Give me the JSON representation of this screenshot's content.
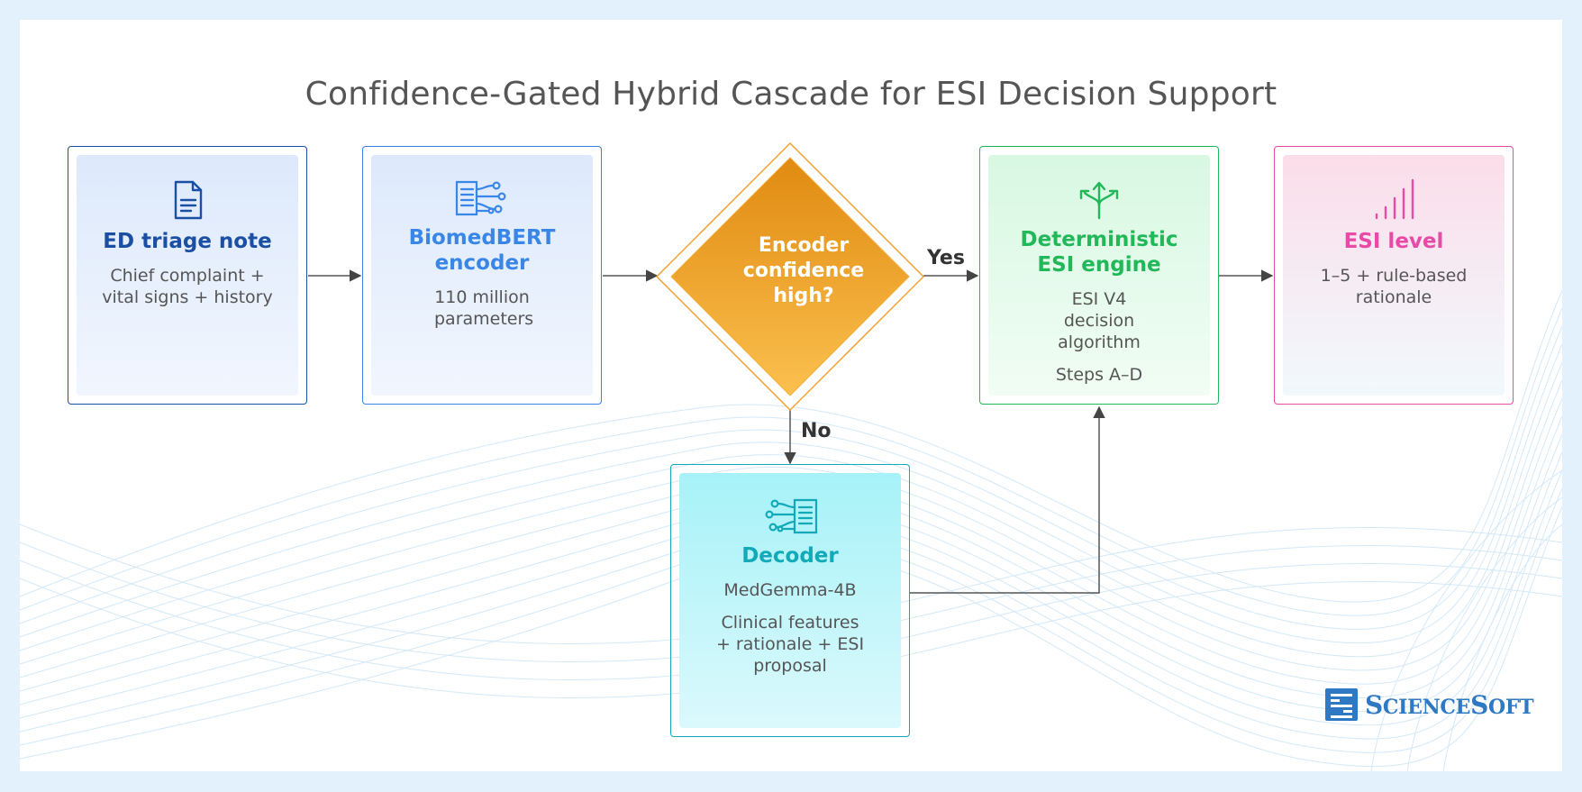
{
  "title": "Confidence-Gated Hybrid Cascade for ESI Decision Support",
  "nodes": {
    "triage": {
      "title": "ED triage note",
      "desc": "Chief complaint + vital signs + history",
      "icon": "document-icon"
    },
    "encoder": {
      "title_1": "BiomedBERT",
      "title_2": "encoder",
      "desc": "110 million parameters",
      "icon": "text-network-icon"
    },
    "decision": {
      "line_1": "Encoder",
      "line_2": "confidence",
      "line_3": "high?"
    },
    "engine": {
      "title_1": "Deterministic",
      "title_2": "ESI engine",
      "desc": "ESI V4 decision algorithm",
      "desc2": "Steps A–D",
      "icon": "branching-arrows-icon"
    },
    "output": {
      "title": "ESI level",
      "desc": "1–5 + rule-based rationale",
      "icon": "signal-bars-icon"
    },
    "decoder": {
      "title": "Decoder",
      "desc": "MedGemma-4B",
      "desc2": "Clinical features + rationale + ESI proposal",
      "icon": "network-text-icon"
    }
  },
  "edges": {
    "yes": "Yes",
    "no": "No"
  },
  "brand": {
    "logo": "ScienceSoft",
    "logo_first": "S",
    "logo_cap2": "S",
    "logo_rest1": "CIENCE",
    "logo_rest2": "OFT"
  },
  "colors": {
    "triage": "#1a4fa3",
    "encoder": "#3a86e8",
    "decision": "#f0a030",
    "engine": "#22b85a",
    "output": "#e84aa8",
    "decoder": "#12a9b8"
  }
}
